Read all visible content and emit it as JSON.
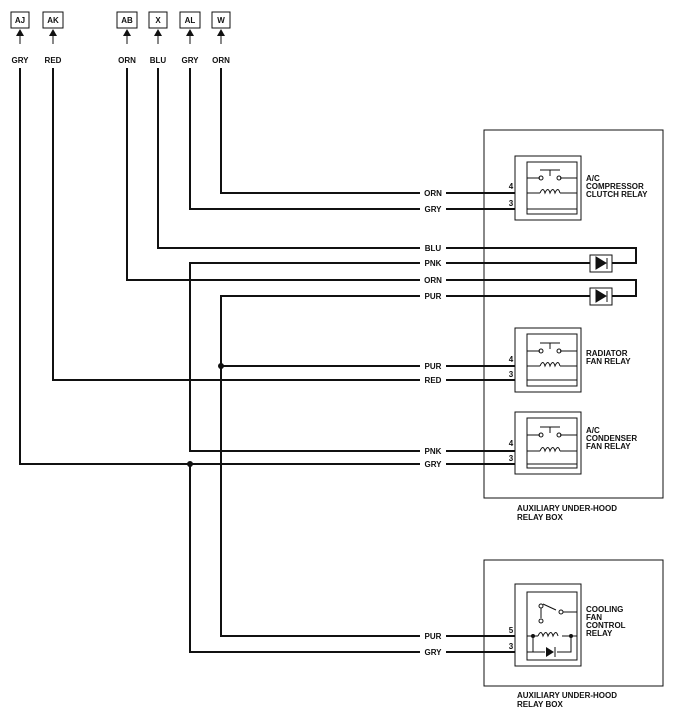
{
  "connectors": [
    {
      "id": "AJ",
      "wire": "GRY"
    },
    {
      "id": "AK",
      "wire": "RED"
    },
    {
      "id": "AB",
      "wire": "ORN"
    },
    {
      "id": "X",
      "wire": "BLU"
    },
    {
      "id": "AL",
      "wire": "GRY"
    },
    {
      "id": "W",
      "wire": "ORN"
    }
  ],
  "wires": {
    "compressor_pin4": "ORN",
    "compressor_pin3": "GRY",
    "diode1_blu": "BLU",
    "diode1_pnk": "PNK",
    "diode2_orn": "ORN",
    "diode2_pur": "PUR",
    "radiator_pin4": "PUR",
    "radiator_pin3": "RED",
    "condenser_pin4": "PNK",
    "condenser_pin3": "GRY",
    "cooling_pin5": "PUR",
    "cooling_pin3": "GRY"
  },
  "pins": {
    "compressor_a": "4",
    "compressor_b": "3",
    "radiator_a": "4",
    "radiator_b": "3",
    "condenser_a": "4",
    "condenser_b": "3",
    "cooling_a": "5",
    "cooling_b": "3"
  },
  "relays": {
    "compressor": [
      "A/C",
      "COMPRESSOR",
      "CLUTCH RELAY"
    ],
    "radiator": [
      "RADIATOR",
      "FAN RELAY"
    ],
    "condenser": [
      "A/C",
      "CONDENSER",
      "FAN RELAY"
    ],
    "cooling": [
      "COOLING",
      "FAN",
      "CONTROL",
      "RELAY"
    ]
  },
  "boxes": {
    "box1": [
      "AUXILIARY UNDER-HOOD",
      "RELAY BOX"
    ],
    "box2": [
      "AUXILIARY UNDER-HOOD",
      "RELAY BOX"
    ]
  }
}
